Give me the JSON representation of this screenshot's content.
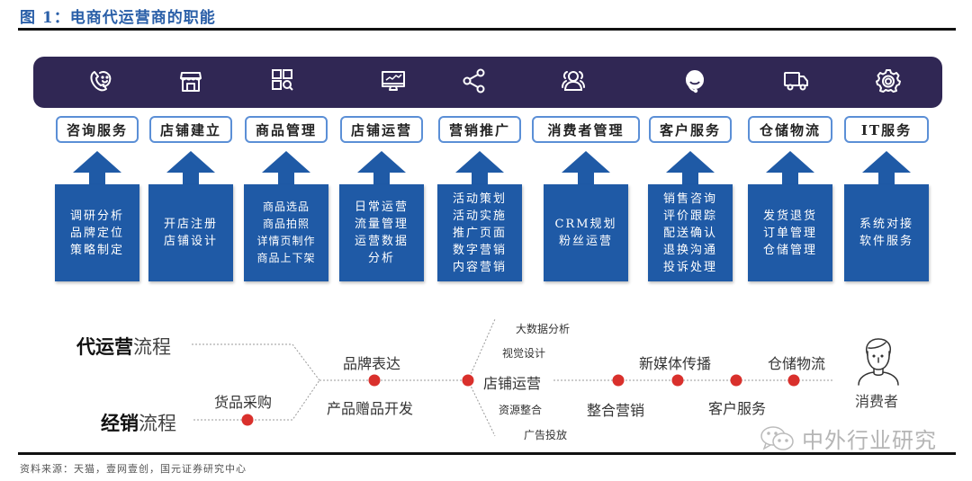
{
  "figure": {
    "title": "图 1：电商代运营商的职能",
    "source": "资料来源：天猫，壹网壹创，国元证券研究中心"
  },
  "functions": [
    {
      "icon": "phone-smile-icon",
      "label": "咨询服务",
      "details": [
        "调研分析",
        "品牌定位",
        "策略制定"
      ]
    },
    {
      "icon": "storefront-icon",
      "label": "店铺建立",
      "details": [
        "开店注册",
        "店铺设计"
      ]
    },
    {
      "icon": "grid-search-icon",
      "label": "商品管理",
      "details": [
        "商品选品",
        "商品拍照",
        "详情页制作",
        "商品上下架"
      ]
    },
    {
      "icon": "monitor-chart-icon",
      "label": "店铺运营",
      "details": [
        "日常运营",
        "流量管理",
        "运营数据",
        "分析"
      ]
    },
    {
      "icon": "share-icon",
      "label": "营销推广",
      "details": [
        "活动策划",
        "活动实施",
        "推广页面",
        "数字营销",
        "内容营销"
      ]
    },
    {
      "icon": "users-icon",
      "label": "消费者管理",
      "details": [
        "CRM规划",
        "粉丝运营"
      ]
    },
    {
      "icon": "headset-icon",
      "label": "客户服务",
      "details": [
        "销售咨询",
        "评价跟踪",
        "配送确认",
        "退换沟通",
        "投诉处理"
      ]
    },
    {
      "icon": "truck-icon",
      "label": "仓储物流",
      "details": [
        "发货退货",
        "订单管理",
        "仓储管理"
      ]
    },
    {
      "icon": "gear-icon",
      "label": "IT服务",
      "details": [
        "系统对接",
        "软件服务"
      ]
    }
  ],
  "flow": {
    "agency_title_bold": "代运营",
    "agency_title_light": "流程",
    "distribution_title_bold": "经销",
    "distribution_title_light": "流程",
    "procurement": "货品采购",
    "brand_expression": "品牌表达",
    "product_gift_dev": "产品赠品开发",
    "store_operation": "店铺运营",
    "store_sub_top": [
      "大数据分析",
      "视觉设计"
    ],
    "store_sub_bottom": [
      "资源整合",
      "广告投放"
    ],
    "integrated_marketing": "整合营销",
    "new_media": "新媒体传播",
    "customer_service": "客户服务",
    "logistics": "仓储物流",
    "consumer": "消费者",
    "dot_color": "#d9302c"
  },
  "watermark": "中外行业研究",
  "colors": {
    "banner": "#302754",
    "box": "#1f5aa6",
    "label_border": "#5b8fd6",
    "title": "#2a5fa8"
  }
}
